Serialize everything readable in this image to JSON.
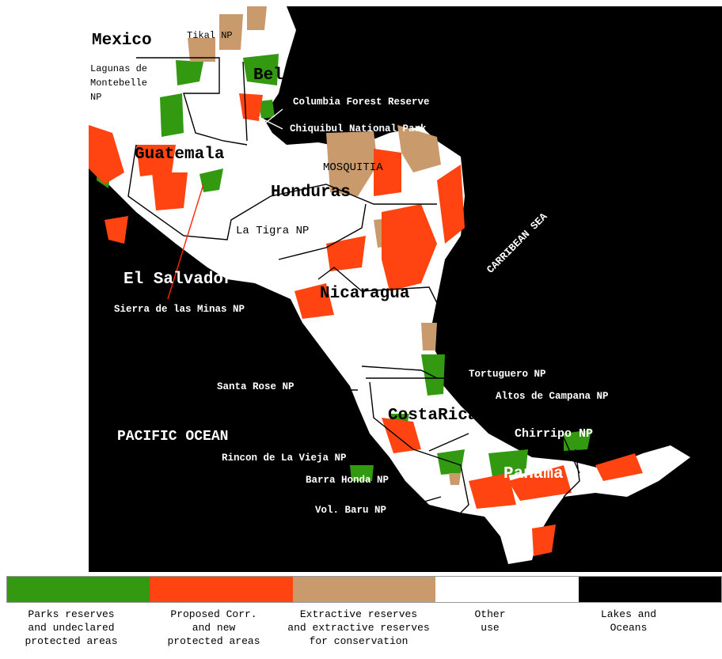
{
  "countries": {
    "mexico": "Mexico",
    "belize": "Belize",
    "guatemala": "Guatemala",
    "honduras": "Honduras",
    "el_salvador": "El Salvador",
    "nicaragua": "Nicaragua",
    "costa_rica": "CostaRica",
    "panama": "Panama"
  },
  "regions": {
    "mosquitia": "MOSQUITIA",
    "pacific": "PACIFIC OCEAN",
    "caribbean": "CARRIBEAN SEA"
  },
  "parks": {
    "tikal": "Tikal NP",
    "lagunas_1": "Lagunas de",
    "lagunas_2": "Montebelle",
    "lagunas_3": "NP",
    "columbia": "Columbia Forest Reserve",
    "chiquibul": "Chiquibul National Park",
    "la_tigra": "La Tigra NP",
    "sierra": "Sierra de las Minas NP",
    "tortuguero": "Tortuguero NP",
    "altos": "Altos de Campana NP",
    "santa_rose": "Santa Rose NP",
    "chirripo": "Chirripo NP",
    "rincon": "Rincon de La Vieja NP",
    "barra": "Barra Honda NP",
    "baru": "Vol. Baru NP"
  },
  "legend": [
    {
      "label": "Parks reserves\nand undeclared\nprotected areas",
      "color": "#339911"
    },
    {
      "label": "Proposed Corr.\nand new\nprotected areas",
      "color": "#ff4411"
    },
    {
      "label": "Extractive reserves\nand extractive reserves\nfor conservation",
      "color": "#c89a6c"
    },
    {
      "label": "Other\nuse",
      "color": "#ffffff"
    },
    {
      "label": "Lakes and\nOceans",
      "color": "#000000"
    }
  ]
}
